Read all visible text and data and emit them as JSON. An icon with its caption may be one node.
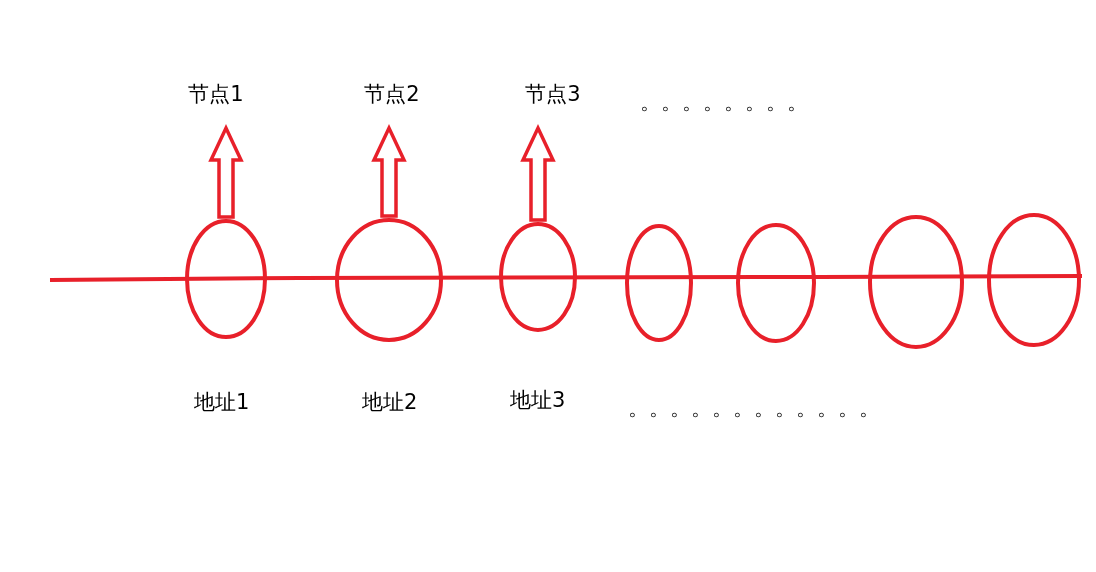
{
  "diagram": {
    "nodes": [
      {
        "text": [],
        "shape": "circle"
      },
      {
        "text": [],
        "shape": "circle"
      },
      {
        "text": [],
        "shape": "circle"
      },
      {
        "text": [],
        "shape": "circle"
      },
      {
        "text": [],
        "shape": "circle"
      },
      {
        "text": [],
        "shape": "circle"
      },
      {
        "text": [],
        "shape": "circle"
      },
      {
        "text": [
          "节点1"
        ]
      },
      {
        "text": [
          "节点2"
        ]
      },
      {
        "text": [
          "节点3"
        ]
      }
    ],
    "edges": [
      {
        "from": 0,
        "to": 7,
        "arrow": "to",
        "style": "thick"
      },
      {
        "from": 1,
        "to": 8,
        "arrow": "to",
        "style": "thick"
      },
      {
        "from": 2,
        "to": 9,
        "arrow": "to",
        "style": "thick"
      }
    ],
    "labels": [
      "。。。。。。。。",
      "地址1",
      "地址2",
      "地址3",
      "。。。。。。。。。。。。"
    ]
  }
}
